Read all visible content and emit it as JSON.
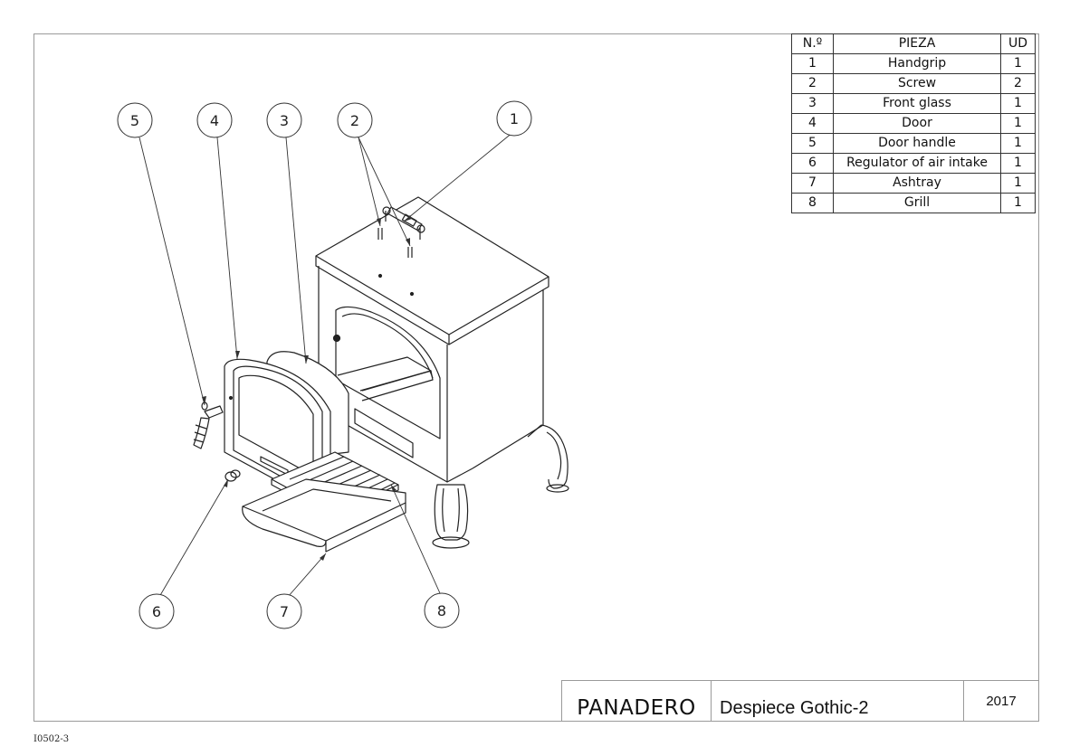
{
  "drawing": {
    "balloons": [
      "5",
      "4",
      "3",
      "2",
      "1",
      "6",
      "7",
      "8"
    ]
  },
  "parts_table": {
    "headers": [
      "N.º",
      "PIEZA",
      "UD"
    ],
    "rows": [
      [
        "1",
        "Handgrip",
        "1"
      ],
      [
        "2",
        "Screw",
        "2"
      ],
      [
        "3",
        "Front glass",
        "1"
      ],
      [
        "4",
        "Door",
        "1"
      ],
      [
        "5",
        "Door handle",
        "1"
      ],
      [
        "6",
        "Regulator of air intake",
        "1"
      ],
      [
        "7",
        "Ashtray",
        "1"
      ],
      [
        "8",
        "Grill",
        "1"
      ]
    ]
  },
  "title_block": {
    "company": "PANADERO",
    "title": "Despiece Gothic-2",
    "year": "2017"
  },
  "footer": {
    "drawing_id": "I0502-3"
  }
}
